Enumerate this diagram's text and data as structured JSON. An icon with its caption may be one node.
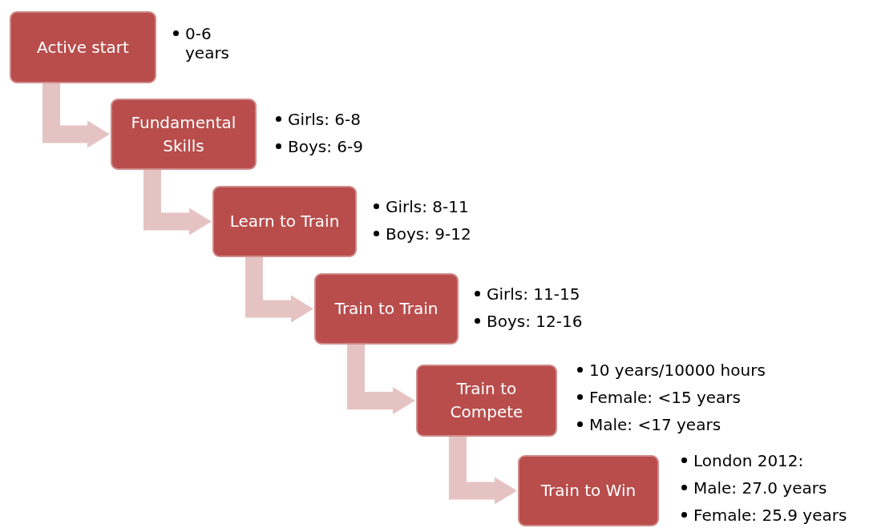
{
  "diagram": {
    "nodes": [
      {
        "text": [
          "Active start"
        ],
        "beside": [
          "0-6 years"
        ]
      },
      {
        "text": [
          "Fundamental Skills"
        ],
        "beside": [
          "Girls: 6-8",
          "Boys: 6-9"
        ]
      },
      {
        "text": [
          "Learn to Train"
        ],
        "beside": [
          "Girls: 8-11",
          "Boys: 9-12"
        ]
      },
      {
        "text": [
          "Train to Train"
        ],
        "beside": [
          "Girls: 11-15",
          "Boys: 12-16"
        ]
      },
      {
        "text": [
          "Train to Compete"
        ],
        "beside": [
          "10 years/10000 hours",
          "Female: <15 years",
          "Male: <17 years"
        ]
      },
      {
        "text": [
          "Train to Win"
        ],
        "beside": [
          "London 2012:",
          "Male: 27.0 years",
          "Female: 25.9 years"
        ]
      }
    ],
    "edges": [
      {
        "from": 0,
        "to": 1,
        "arrow": "to"
      },
      {
        "from": 1,
        "to": 2,
        "arrow": "to"
      },
      {
        "from": 2,
        "to": 3,
        "arrow": "to"
      },
      {
        "from": 3,
        "to": 4,
        "arrow": "to"
      },
      {
        "from": 4,
        "to": 5,
        "arrow": "to"
      }
    ]
  }
}
